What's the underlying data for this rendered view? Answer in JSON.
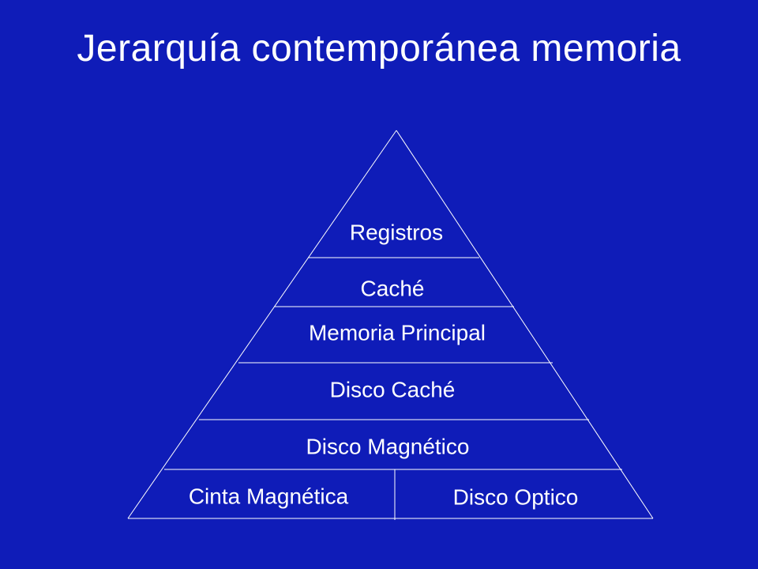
{
  "slide": {
    "title": "Jerarquía contemporánea memoria"
  },
  "pyramid": {
    "levels": [
      "Registros",
      "Caché",
      "Memoria Principal",
      "Disco Caché",
      "Disco Magnético"
    ],
    "base": {
      "left": "Cinta Magnética",
      "right": "Disco Optico"
    }
  }
}
